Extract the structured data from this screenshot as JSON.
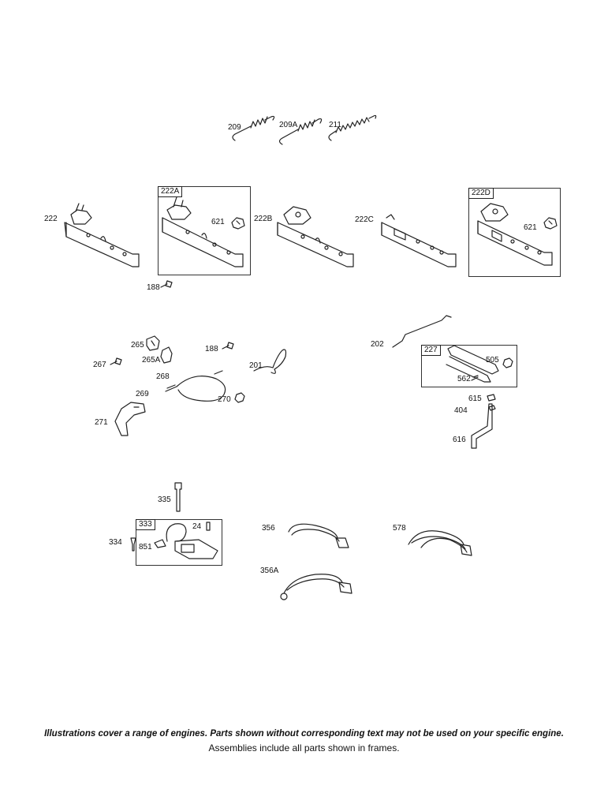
{
  "labels": {
    "p209": "209",
    "p209a": "209A",
    "p211": "211",
    "p222": "222",
    "p222a": "222A",
    "p621a": "621",
    "p222b": "222B",
    "p222c": "222C",
    "p222d": "222D",
    "p621d": "621",
    "p188a": "188",
    "p265": "265",
    "p265a": "265A",
    "p267": "267",
    "p188b": "188",
    "p268": "268",
    "p269": "269",
    "p270": "270",
    "p271": "271",
    "p201": "201",
    "p202": "202",
    "p227": "227",
    "p505": "505",
    "p562": "562",
    "p615": "615",
    "p404": "404",
    "p616": "616",
    "p335": "335",
    "p333": "333",
    "p24": "24",
    "p334": "334",
    "p851": "851",
    "p356": "356",
    "p356a": "356A",
    "p578": "578"
  },
  "footer": {
    "line1": "Illustrations cover a range of engines. Parts shown without corresponding text may not be used on your specific engine.",
    "line2": "Assemblies include all parts shown in frames."
  }
}
